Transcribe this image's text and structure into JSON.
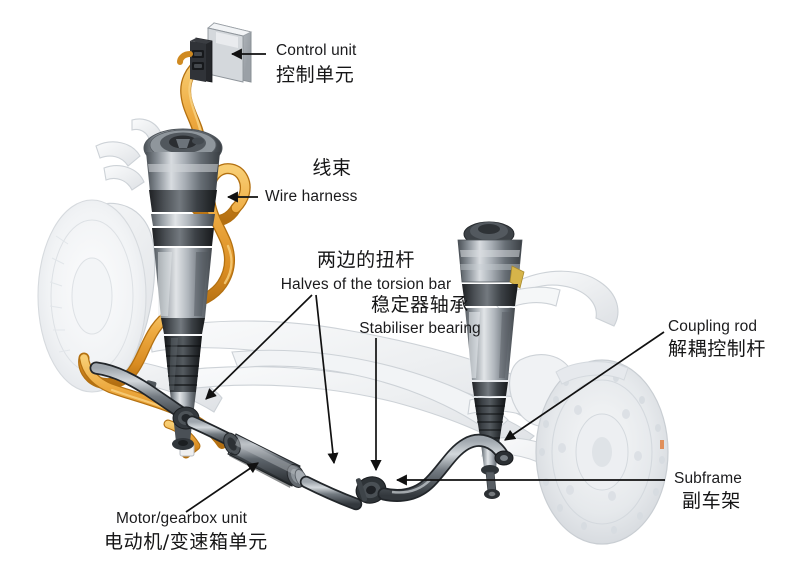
{
  "diagram": {
    "title": "Active anti-roll bar / air suspension system cutaway",
    "background_color": "#ffffff",
    "palette": {
      "wire_harness_orange": "#E8A13A",
      "wire_harness_orange_dark": "#C97F1E",
      "wire_harness_highlight": "#F7C86A",
      "metal_dark": "#3B3F44",
      "metal_mid": "#6E757C",
      "metal_light": "#B9BEC4",
      "metal_highlight": "#E3E6E9",
      "rubber_black": "#2A2C2F",
      "ghost_body": "#EDEFF1",
      "ghost_line": "#C9CDD2",
      "leader_line": "#111111",
      "text": "#1b1b1d"
    },
    "labels": [
      {
        "id": "control-unit",
        "en": "Control unit",
        "cn": "控制单元",
        "leader": "arrow-left"
      },
      {
        "id": "wire-harness",
        "en": "Wire harness",
        "cn": "线束",
        "leader": "arrow-left"
      },
      {
        "id": "torsion-bar",
        "en": "Halves of the torsion bar",
        "cn": "两边的扭杆",
        "leader": "two-branch-arrows-down"
      },
      {
        "id": "stabiliser-bearing",
        "en": "Stabiliser bearing",
        "cn": "稳定器轴承",
        "leader": "arrow-down"
      },
      {
        "id": "coupling-rod",
        "en": "Coupling rod",
        "cn": "解耦控制杆",
        "leader": "diagonal-arrow-down-left"
      },
      {
        "id": "subframe",
        "en": "Subframe",
        "cn": "副车架",
        "leader": "horizontal-arrow-left"
      },
      {
        "id": "motor-gearbox",
        "en": "Motor/gearbox unit",
        "cn": "电动机/变速箱单元",
        "leader": "diagonal-arrow-up-right"
      }
    ],
    "components": [
      {
        "id": "control-unit-box",
        "name": "control unit housing"
      },
      {
        "id": "strut-left",
        "name": "left air suspension strut"
      },
      {
        "id": "strut-right",
        "name": "right air suspension strut"
      },
      {
        "id": "wire-harness-cable",
        "name": "orange wire harness cable"
      },
      {
        "id": "motor-gearbox-cylinder",
        "name": "motor / gearbox actuator"
      },
      {
        "id": "torsion-bar-left",
        "name": "left half of torsion bar"
      },
      {
        "id": "torsion-bar-right",
        "name": "right half of torsion bar"
      },
      {
        "id": "bearing-left",
        "name": "left stabiliser bearing bush"
      },
      {
        "id": "bearing-right",
        "name": "right stabiliser bearing bush"
      },
      {
        "id": "coupling-rod-link",
        "name": "coupling rod link"
      },
      {
        "id": "subframe-ghost",
        "name": "ghosted subframe structure"
      },
      {
        "id": "brake-disc-left",
        "name": "ghosted left brake disc"
      },
      {
        "id": "brake-disc-right",
        "name": "ghosted right brake disc"
      }
    ]
  }
}
